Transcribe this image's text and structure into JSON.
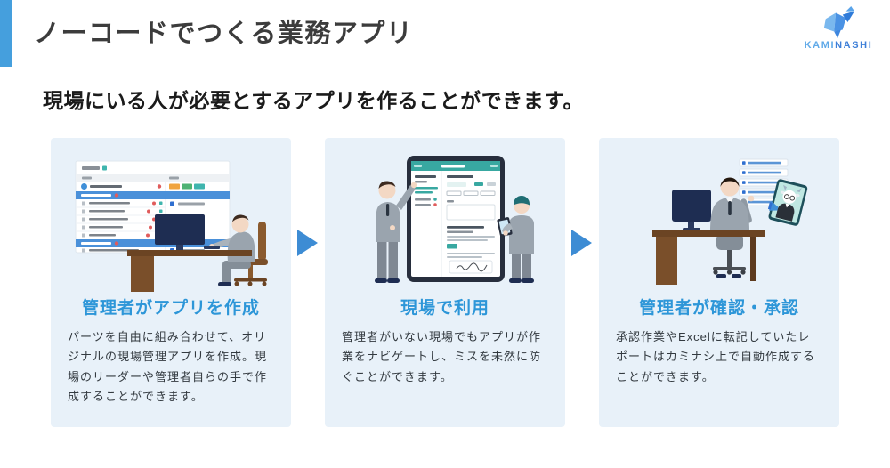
{
  "header": {
    "title": "ノーコードでつくる業務アプリ",
    "logo": {
      "name": "KAMINASHI",
      "part1": "KAMI",
      "part2": "NASHI"
    }
  },
  "subtitle": "現場にいる人が必要とするアプリを作ることができます。",
  "steps": [
    {
      "heading": "管理者がアプリを作成",
      "body": "パーツを自由に組み合わせて、オリジナルの現場管理アプリを作成。現場のリーダーや管理者自らの手で作成することができます。",
      "illustration": "admin-building-app-at-desk"
    },
    {
      "heading": "現場で利用",
      "body": "管理者がいない現場でもアプリが作業をナビゲートし、ミスを未然に防ぐことができます。",
      "illustration": "workers-using-tablet-app-on-site"
    },
    {
      "heading": "管理者が確認・承認",
      "body": "承認作業やExcelに転記していたレポートはカミナシ上で自動作成することができます。",
      "illustration": "admin-reviewing-auto-generated-reports"
    }
  ],
  "colors": {
    "accent_bar": "#459fdd",
    "arrow": "#3d8cd4",
    "step_heading": "#2d96d8",
    "panel_background": "#e8f1f9",
    "logo_blue_light": "#5fa9e8",
    "logo_blue_dark": "#3e7fd8",
    "app_teal": "#38a8a1",
    "app_blue": "#4a90d9"
  }
}
